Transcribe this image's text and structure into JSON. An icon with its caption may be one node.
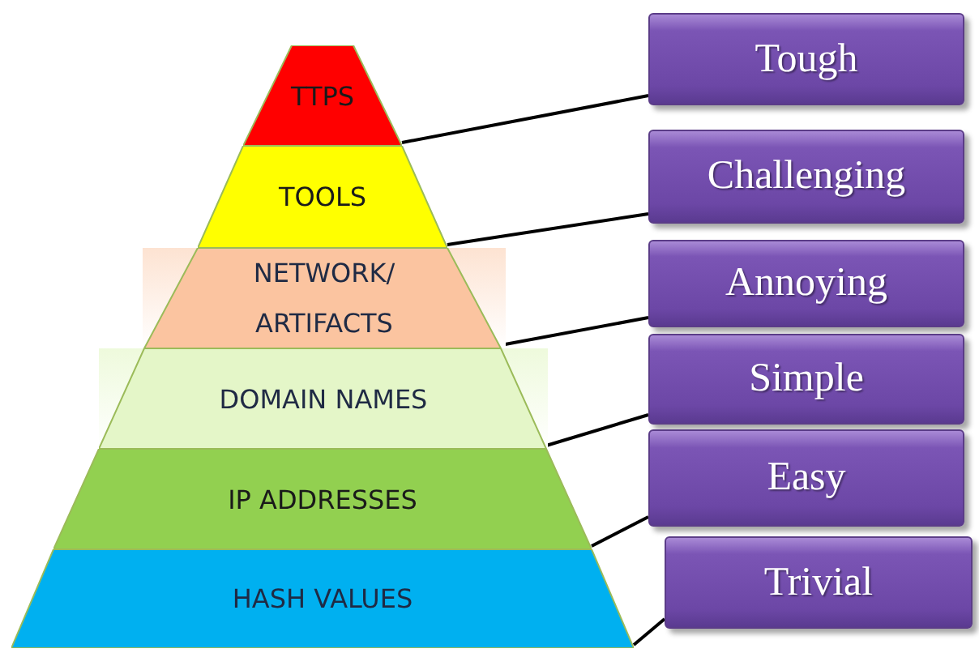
{
  "diagram": {
    "nodes": [
      {
        "text": [
          "TTPS"
        ]
      },
      {
        "text": [
          "TOOLS"
        ]
      },
      {
        "text": [
          "NETWORK/ ARTIFACTS"
        ]
      },
      {
        "text": [
          "DOMAIN NAMES"
        ]
      },
      {
        "text": [
          "IP ADDRESSES"
        ]
      },
      {
        "text": [
          "HASH VALUES"
        ]
      },
      {
        "text": [
          "Tough"
        ]
      },
      {
        "text": [
          "Challenging"
        ]
      },
      {
        "text": [
          "Annoying"
        ]
      },
      {
        "text": [
          "Simple"
        ]
      },
      {
        "text": [
          "Easy"
        ]
      },
      {
        "text": [
          "Trivial"
        ]
      }
    ],
    "edges": [
      {
        "from": 0,
        "to": 6,
        "arrow": "none"
      },
      {
        "from": 1,
        "to": 7,
        "arrow": "none"
      },
      {
        "from": 2,
        "to": 8,
        "arrow": "none"
      },
      {
        "from": 3,
        "to": 9,
        "arrow": "none"
      },
      {
        "from": 4,
        "to": 10,
        "arrow": "none"
      },
      {
        "from": 5,
        "to": 11,
        "arrow": "none"
      }
    ]
  }
}
